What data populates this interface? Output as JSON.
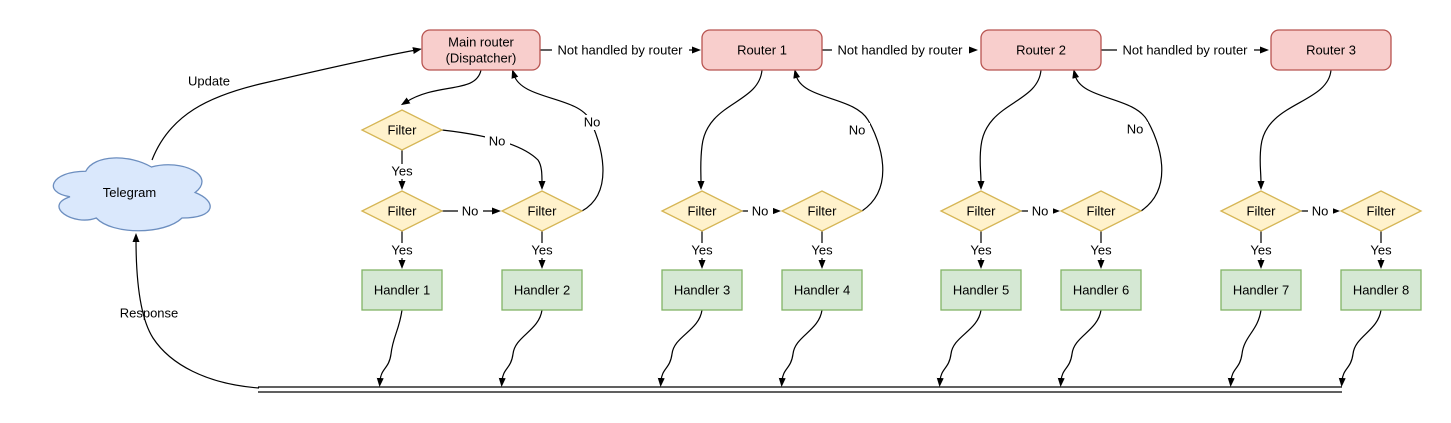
{
  "diagram": {
    "nodes": {
      "telegram": "Telegram",
      "main_router": {
        "line1": "Main router",
        "line2": "(Dispatcher)"
      },
      "routers": [
        {
          "label": "Router 1"
        },
        {
          "label": "Router 2"
        },
        {
          "label": "Router 3"
        }
      ],
      "filter_label": "Filter",
      "handlers": [
        {
          "label": "Handler 1"
        },
        {
          "label": "Handler 2"
        },
        {
          "label": "Handler 3"
        },
        {
          "label": "Handler 4"
        },
        {
          "label": "Handler 5"
        },
        {
          "label": "Handler 6"
        },
        {
          "label": "Handler 7"
        },
        {
          "label": "Handler 8"
        }
      ]
    },
    "edge_labels": {
      "update": "Update",
      "response": "Response",
      "not_handled": "Not handled by router",
      "yes": "Yes",
      "no": "No"
    },
    "colors": {
      "router_fill": "#f8cecc",
      "router_stroke": "#b85450",
      "filter_fill": "#fff2cc",
      "filter_stroke": "#d6b656",
      "handler_fill": "#d5e8d4",
      "handler_stroke": "#82b366",
      "cloud_fill": "#dae8fc",
      "cloud_stroke": "#6c8ebf",
      "edge": "#000000"
    }
  }
}
